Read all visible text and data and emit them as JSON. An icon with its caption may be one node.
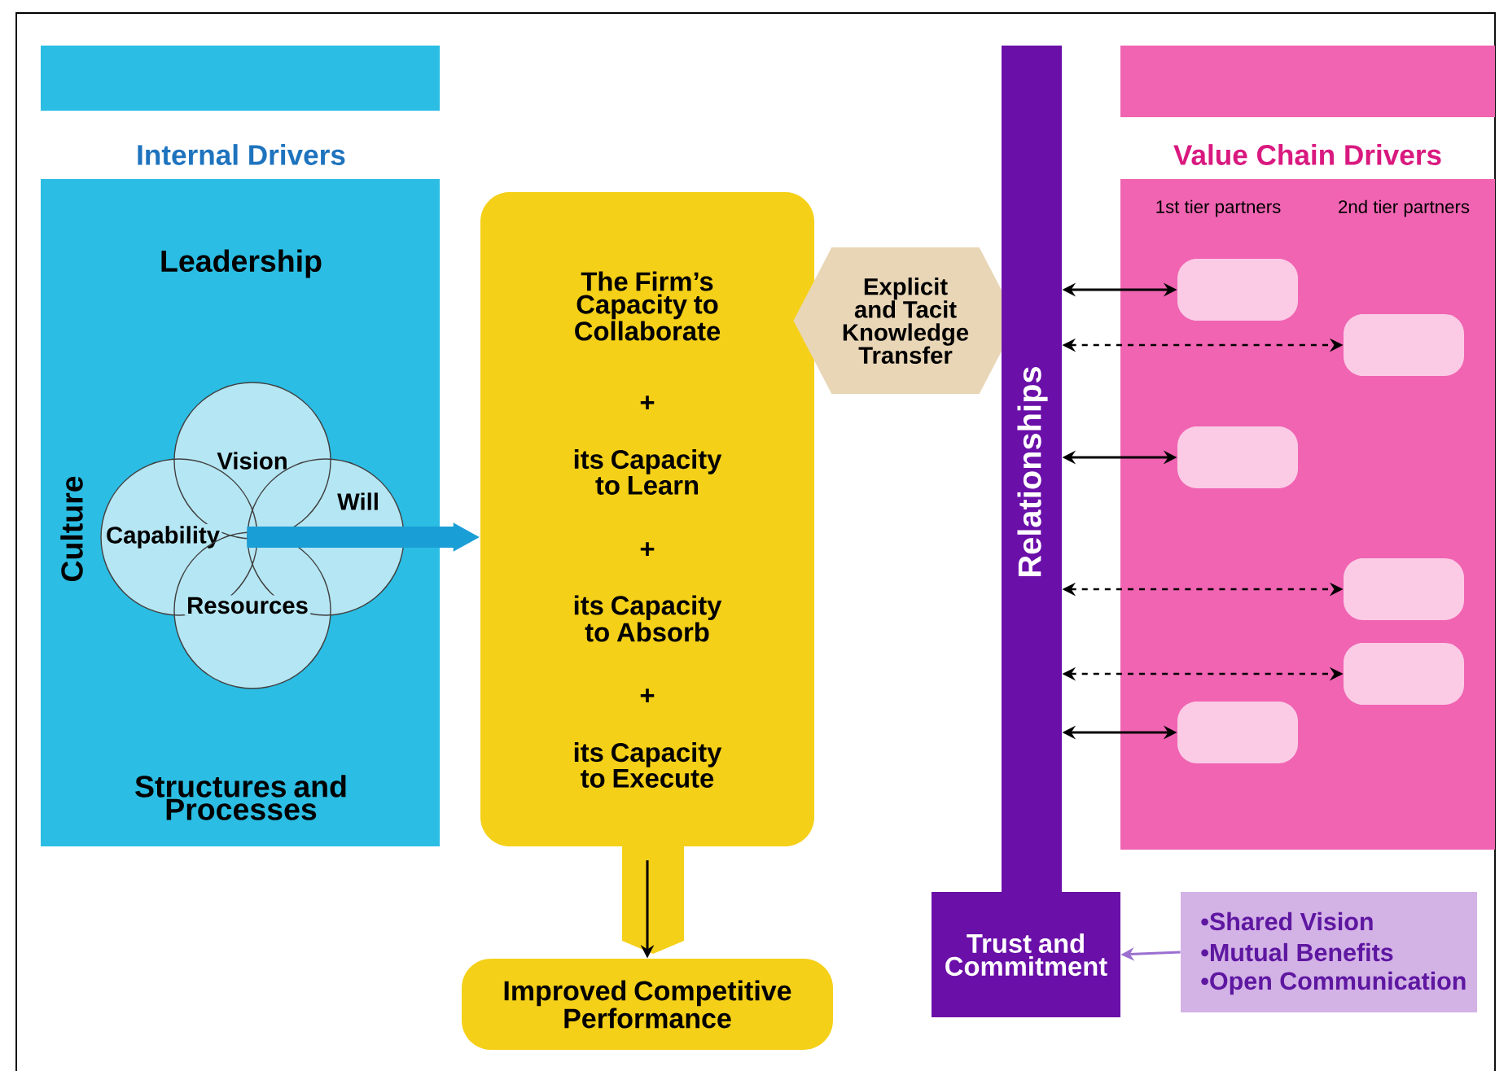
{
  "diagram": {
    "nodes": [
      {
        "text": [
          "Internal Drivers",
          "Leadership",
          "Culture",
          "Structures and Processes"
        ]
      },
      {
        "text": [
          "Vision"
        ],
        "in": 0
      },
      {
        "text": [
          "Capability"
        ],
        "in": 0
      },
      {
        "text": [
          "Will"
        ],
        "in": 0
      },
      {
        "text": [
          "Resources"
        ],
        "in": 0
      },
      {
        "text": [
          "The Firm’s Capacity to Collaborate",
          "+",
          "its Capacity to Learn",
          "+",
          "its Capacity to Absorb",
          "+",
          "its Capacity to Execute"
        ]
      },
      {
        "text": [
          "Improved Competitive Performance"
        ]
      },
      {
        "text": [
          "Explicit and Tacit Knowledge Transfer"
        ]
      },
      {
        "text": [
          "Relationships"
        ]
      },
      {
        "text": [
          "Trust and Commitment"
        ]
      },
      {
        "text": [
          "Value Chain Drivers",
          "1st tier partners",
          "2nd tier partners"
        ]
      },
      {
        "text": [],
        "shape": "box",
        "in": 10
      },
      {
        "text": [],
        "shape": "box",
        "in": 10
      },
      {
        "text": [],
        "shape": "box",
        "in": 10
      },
      {
        "text": [],
        "shape": "box",
        "in": 10
      },
      {
        "text": [],
        "shape": "box",
        "in": 10
      },
      {
        "text": [],
        "shape": "box",
        "in": 10
      },
      {
        "text": [
          "•Shared Vision",
          "•Mutual Benefits",
          "•Open Communication"
        ]
      }
    ],
    "edges": [
      {
        "from": 3,
        "to": 5,
        "arrow": "to",
        "style": "thick",
        "color": "#1a9ed6"
      },
      {
        "from": 5,
        "to": 6,
        "arrow": "to"
      },
      {
        "from": 8,
        "to": 11,
        "arrow": "both"
      },
      {
        "from": 8,
        "to": 12,
        "arrow": "both",
        "style": "dashed"
      },
      {
        "from": 8,
        "to": 13,
        "arrow": "both"
      },
      {
        "from": 8,
        "to": 14,
        "arrow": "both",
        "style": "dashed"
      },
      {
        "from": 8,
        "to": 15,
        "arrow": "both",
        "style": "dashed"
      },
      {
        "from": 8,
        "to": 16,
        "arrow": "both"
      },
      {
        "from": 17,
        "to": 9,
        "arrow": "to",
        "color": "#9b6fd0"
      }
    ]
  }
}
